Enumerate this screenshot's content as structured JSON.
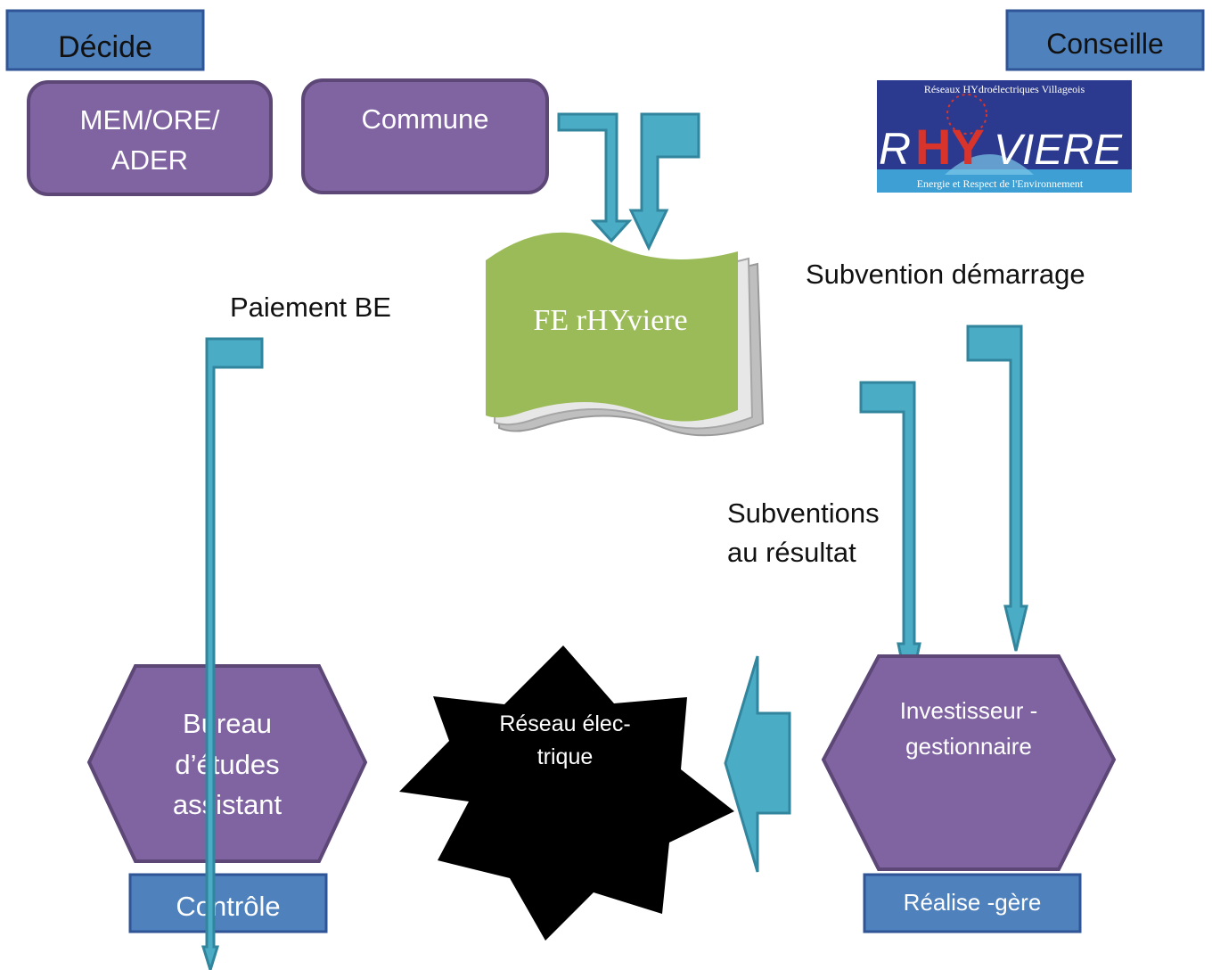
{
  "roles": {
    "decide": "Décide",
    "conseille": "Conseille",
    "controle": "Contrôle",
    "realise": "Réalise -gère"
  },
  "actors": {
    "mem_line1": "MEM/ORE/",
    "mem_line2": "ADER",
    "commune": "Commune",
    "fund": "FE rHYviere",
    "bureau_line1": "Bureau",
    "bureau_line2": "d’études",
    "bureau_line3": "assistant",
    "reseau_line1": "Réseau élec-",
    "reseau_line2": "trique",
    "investisseur_line1": "Investisseur -",
    "investisseur_line2": "gestionnaire"
  },
  "flows": {
    "paiement": "Paiement BE",
    "subvention_demarrage": "Subvention démarrage",
    "subventions_line1": "Subventions",
    "subventions_line2": "au résultat"
  },
  "logo": {
    "top": "Réseaux HYdroélectriques Villageois",
    "r": "R",
    "hy": "HY",
    "viere": "VIERE",
    "bottom": "Energie et Respect de l'Environnement"
  },
  "colors": {
    "role_box": "#4f81bd",
    "actor": "#8064a2",
    "arrow": "#4bacc6",
    "arrow_stroke": "#31859c",
    "fund": "#9bbb59",
    "star": "#000000"
  }
}
